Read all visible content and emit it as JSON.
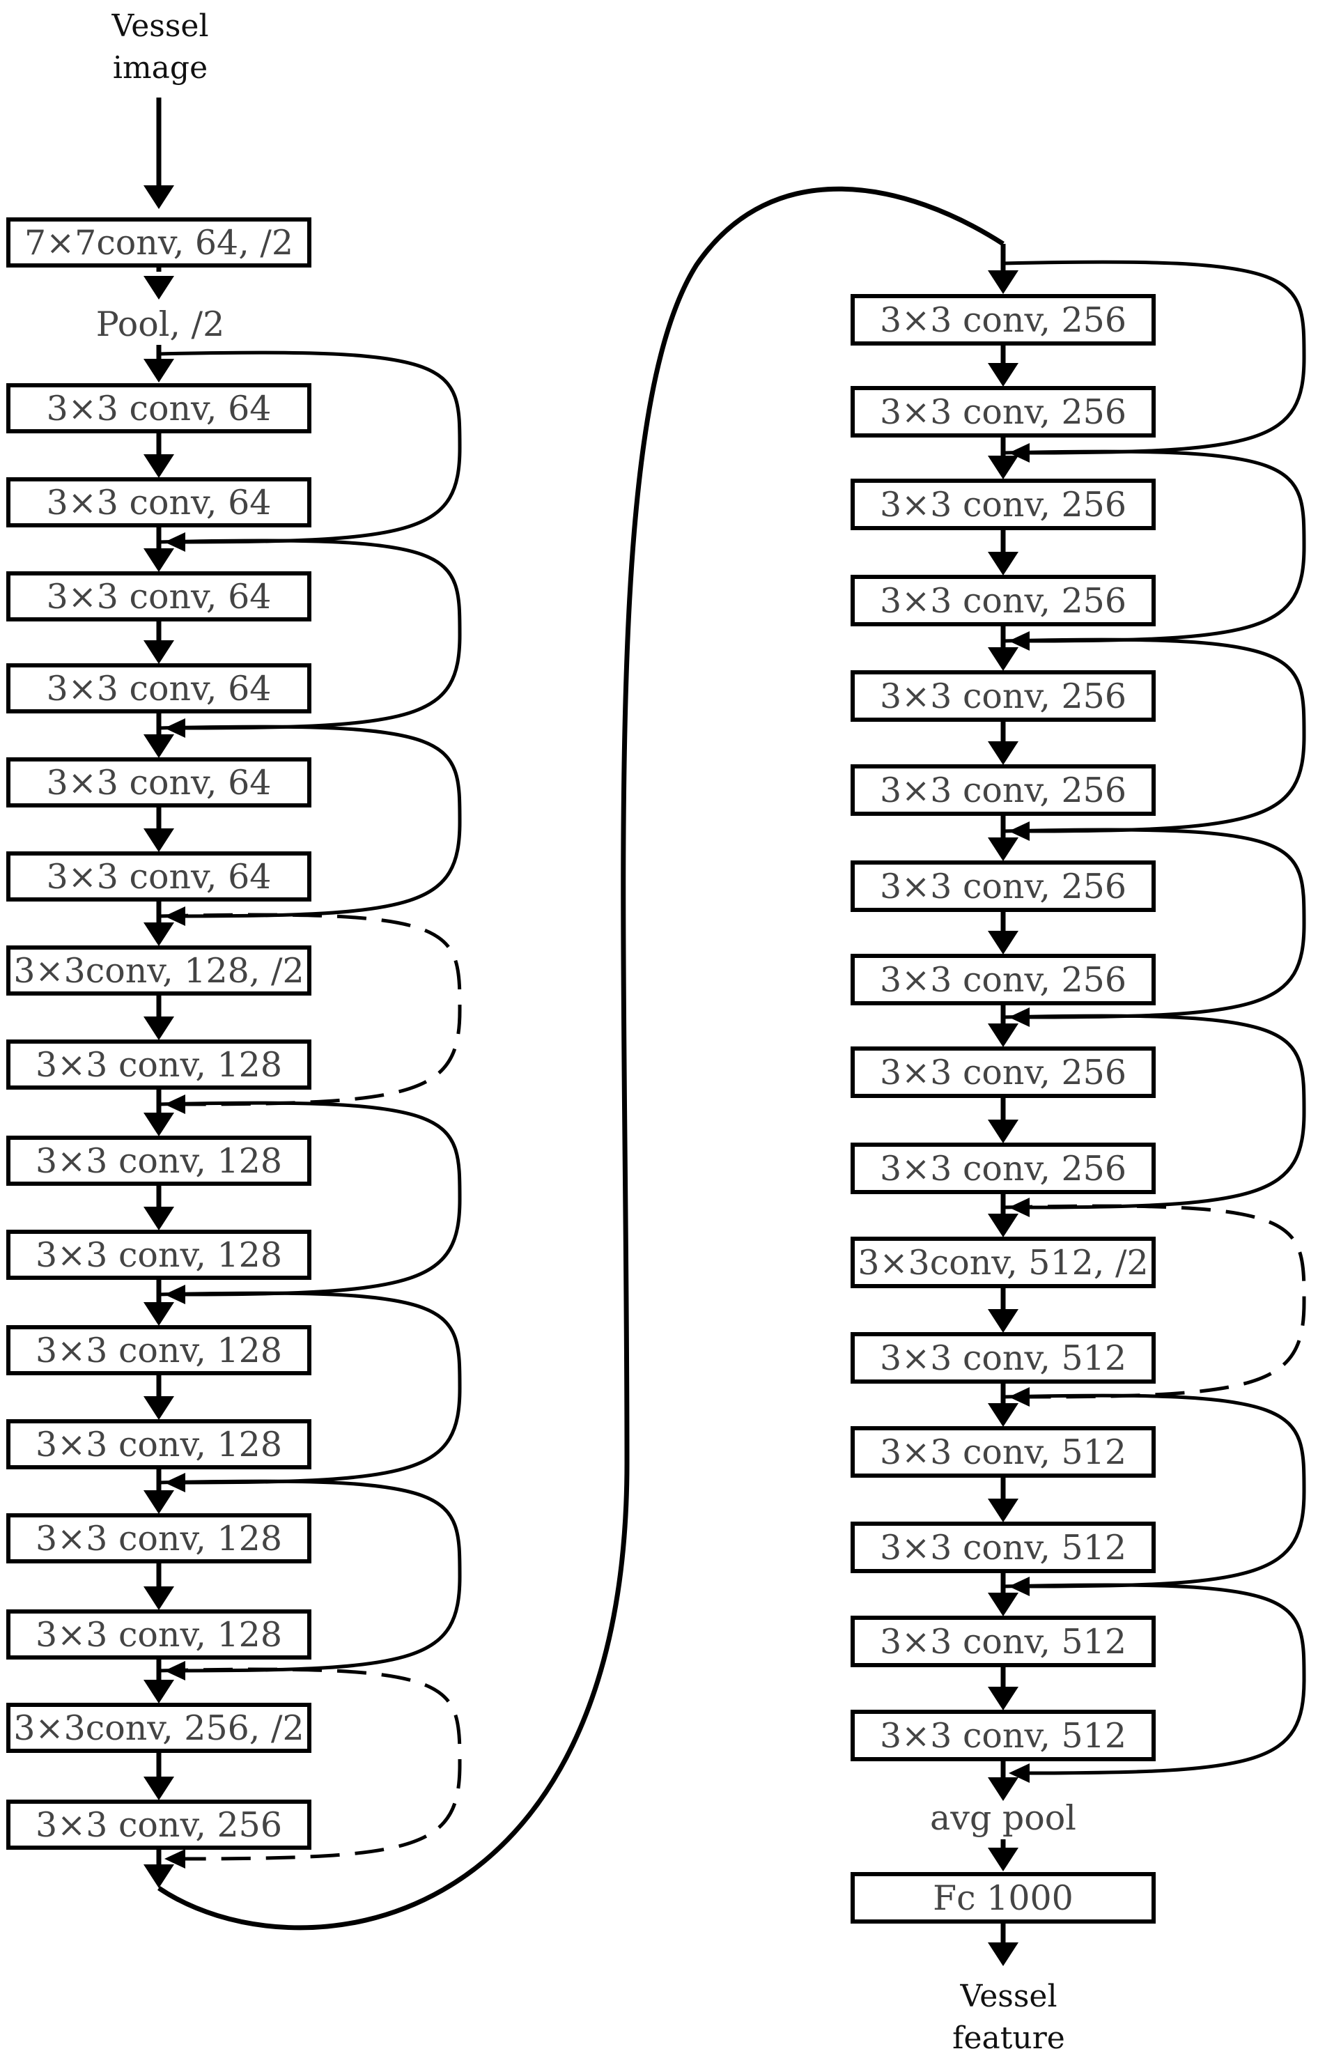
{
  "input_label": [
    "Vessel",
    "image"
  ],
  "output_label": [
    "Vessel",
    "feature"
  ],
  "pool_label": "Pool, /2",
  "avg_pool_label": "avg pool",
  "left_column": [
    "7×7conv, 64, /2",
    "3×3  conv, 64",
    "3×3  conv, 64",
    "3×3  conv, 64",
    "3×3  conv, 64",
    "3×3  conv, 64",
    "3×3  conv, 64",
    "3×3conv, 128, /2",
    "3×3  conv, 128",
    "3×3  conv, 128",
    "3×3  conv, 128",
    "3×3  conv, 128",
    "3×3  conv, 128",
    "3×3  conv, 128",
    "3×3  conv, 128",
    "3×3conv, 256, /2",
    "3×3  conv, 256"
  ],
  "right_column": [
    "3×3  conv, 256",
    "3×3  conv, 256",
    "3×3  conv, 256",
    "3×3  conv, 256",
    "3×3  conv, 256",
    "3×3  conv, 256",
    "3×3  conv, 256",
    "3×3  conv, 256",
    "3×3  conv, 256",
    "3×3  conv, 256",
    "3×3conv, 512, /2",
    "3×3  conv, 512",
    "3×3  conv, 512",
    "3×3  conv, 512",
    "3×3  conv, 512",
    "3×3  conv, 512",
    "Fc  1000"
  ],
  "skip_connections": {
    "left": [
      "identity",
      "identity",
      "identity",
      "projection",
      "identity",
      "identity",
      "identity",
      "projection"
    ],
    "right": [
      "identity",
      "identity",
      "identity",
      "identity",
      "identity",
      "projection",
      "identity",
      "identity"
    ]
  }
}
